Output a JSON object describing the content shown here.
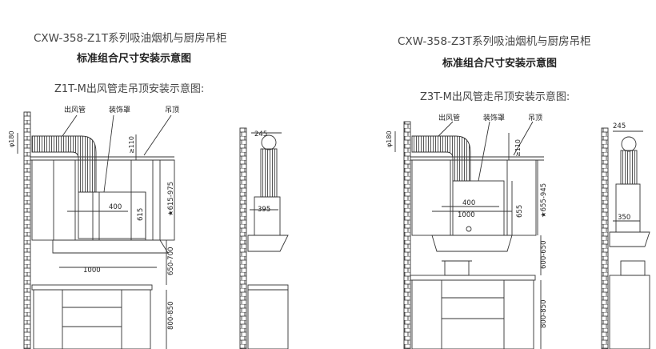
{
  "left": {
    "title": "CXW-358-Z1T系列吸油烟机与厨房吊柜",
    "subtitle": "标准组合尺寸安装示意图",
    "caption": "Z1T-M出风管走吊顶安装示意图:",
    "labels": {
      "duct": "出风管",
      "cover": "装饰罩",
      "ceiling": "吊顶"
    },
    "dims": {
      "phi": "φ180",
      "ge110": "≥110",
      "range_a": "★615-975",
      "d400": "400",
      "d615": "615",
      "d1000": "1000",
      "range_b": "650-700",
      "range_c": "800-850",
      "side245": "245",
      "side395": "395"
    }
  },
  "right": {
    "title": "CXW-358-Z3T系列吸油烟机与厨房吊柜",
    "subtitle": "标准组合尺寸安装示意图",
    "caption": "Z3T-M出风管走吊顶安装示意图:",
    "labels": {
      "duct": "出风管",
      "cover": "装饰罩",
      "ceiling": "吊顶"
    },
    "dims": {
      "phi": "φ180",
      "ge110": "≥110",
      "range_a": "★655-945",
      "d400": "400",
      "d655": "655",
      "d1000": "1000",
      "range_b": "600-650",
      "range_c": "800-850",
      "side245": "245",
      "side350": "350"
    }
  }
}
